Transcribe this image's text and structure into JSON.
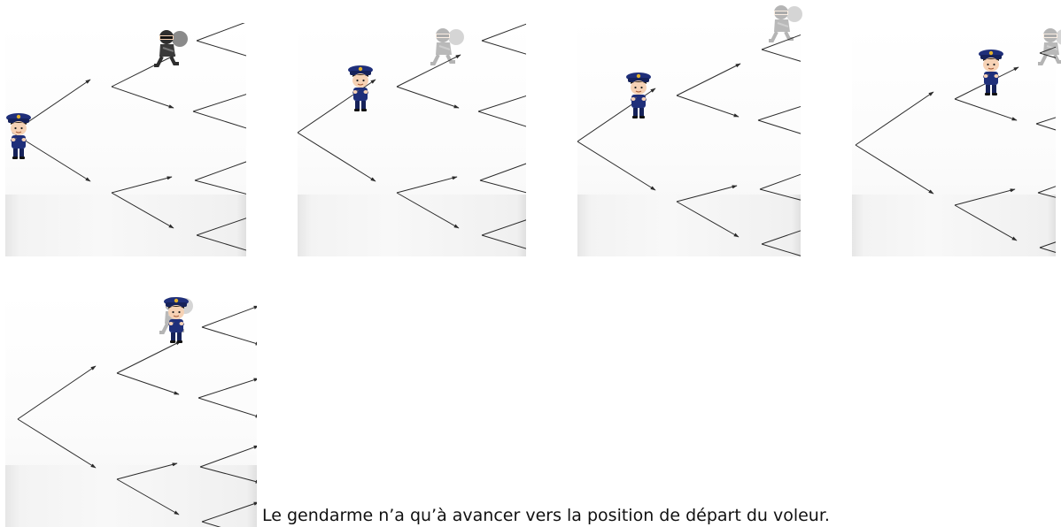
{
  "caption": "Le gendarme n’a qu’à avancer vers la position de départ du voleur.",
  "colors": {
    "arrow": "#2b2b2b",
    "police_uniform": "#1f2f7a",
    "police_badge": "#e3b22b",
    "thief_body": "#2e2e2e",
    "skin": "#f6d2b5"
  },
  "panels": [
    {
      "name": "step-1",
      "characters": [
        "police-officer",
        "thief"
      ]
    },
    {
      "name": "step-2",
      "characters": [
        "police-officer",
        "thief-ghost"
      ]
    },
    {
      "name": "step-3",
      "characters": [
        "police-officer",
        "thief-ghost"
      ]
    },
    {
      "name": "step-4",
      "characters": [
        "police-officer",
        "thief-ghost"
      ]
    },
    {
      "name": "step-5",
      "characters": [
        "police-officer",
        "thief-ghost"
      ]
    }
  ]
}
